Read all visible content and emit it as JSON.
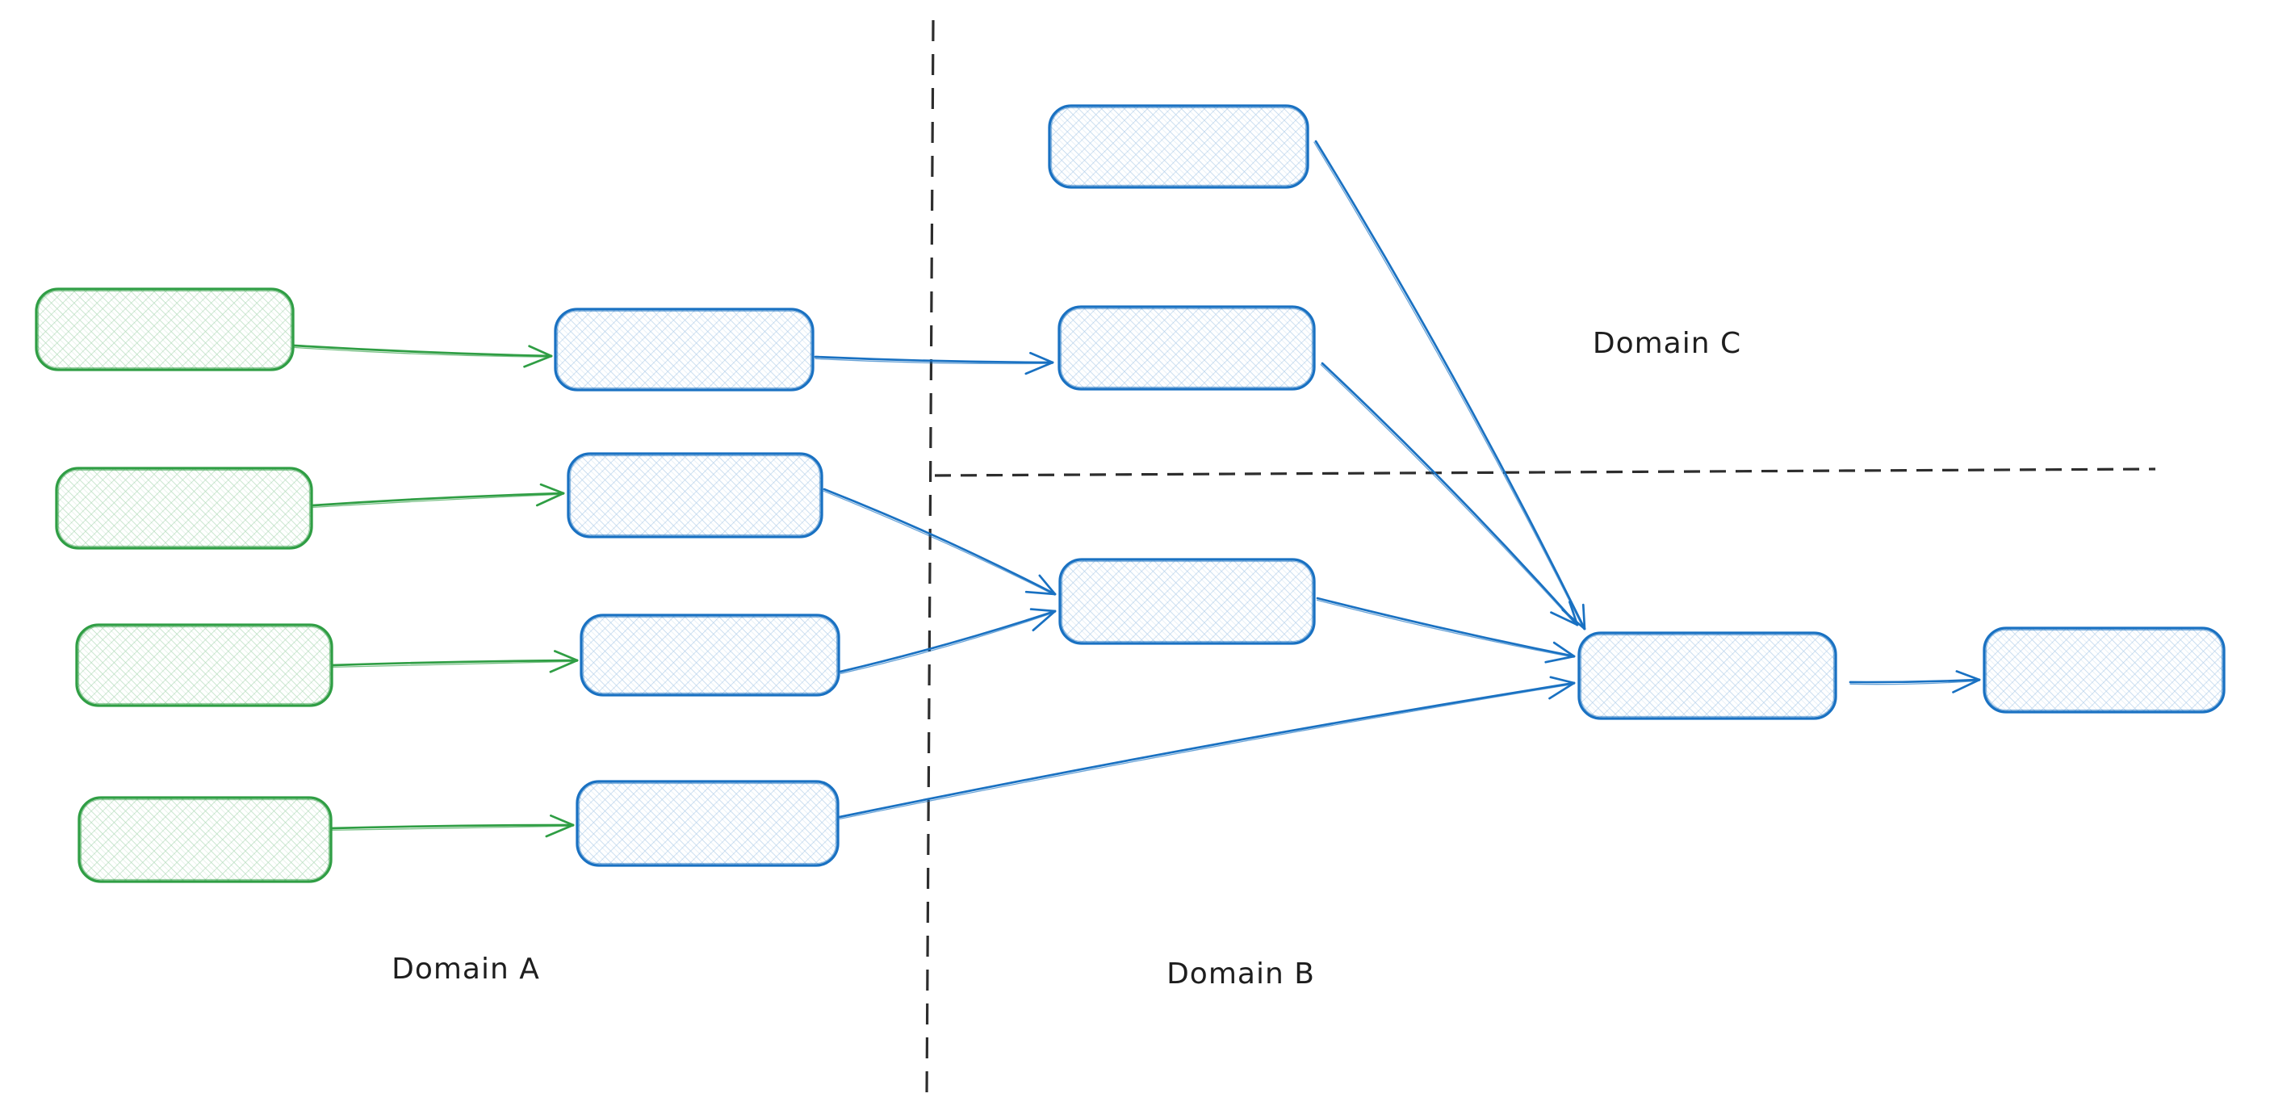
{
  "diagram": {
    "type": "flowchart",
    "style": "hand-drawn sketch, rounded rectangles with cross-hatch fill",
    "labels": {
      "domain_a": "Domain A",
      "domain_b": "Domain B",
      "domain_c": "Domain C"
    },
    "colors": {
      "background": "#ffffff",
      "green_stroke": "#2f9e44",
      "green_fill_hatch": "#2f9e44",
      "blue_stroke": "#1971c2",
      "blue_fill_hatch": "#1971c2",
      "divider_ink": "#2d2d2d",
      "label_ink": "#1e1e1e"
    },
    "nodes": [
      {
        "id": "source-1",
        "domain": "A",
        "style": "green"
      },
      {
        "id": "source-2",
        "domain": "A",
        "style": "green"
      },
      {
        "id": "source-3",
        "domain": "A",
        "style": "green"
      },
      {
        "id": "source-4",
        "domain": "A",
        "style": "green"
      },
      {
        "id": "stage-1",
        "domain": "A",
        "style": "blue"
      },
      {
        "id": "stage-2",
        "domain": "A",
        "style": "blue"
      },
      {
        "id": "stage-3",
        "domain": "A",
        "style": "blue"
      },
      {
        "id": "stage-4",
        "domain": "A",
        "style": "blue"
      },
      {
        "id": "c-top",
        "domain": "C",
        "style": "blue"
      },
      {
        "id": "c-mid",
        "domain": "C",
        "style": "blue"
      },
      {
        "id": "b-merge",
        "domain": "B",
        "style": "blue"
      },
      {
        "id": "b-hub",
        "domain": "B",
        "style": "blue"
      },
      {
        "id": "b-out",
        "domain": "B",
        "style": "blue"
      }
    ],
    "edges": [
      {
        "id": "e1",
        "from": "source-1",
        "to": "stage-1",
        "color": "green"
      },
      {
        "id": "e2",
        "from": "source-2",
        "to": "stage-2",
        "color": "green"
      },
      {
        "id": "e3",
        "from": "source-3",
        "to": "stage-3",
        "color": "green"
      },
      {
        "id": "e4",
        "from": "source-4",
        "to": "stage-4",
        "color": "green"
      },
      {
        "id": "e5",
        "from": "stage-1",
        "to": "c-mid",
        "color": "blue"
      },
      {
        "id": "e6",
        "from": "stage-2",
        "to": "b-merge",
        "color": "blue"
      },
      {
        "id": "e7",
        "from": "stage-3",
        "to": "b-merge",
        "color": "blue"
      },
      {
        "id": "e8",
        "from": "stage-4",
        "to": "b-hub",
        "color": "blue"
      },
      {
        "id": "e9",
        "from": "c-top",
        "to": "b-hub",
        "color": "blue"
      },
      {
        "id": "e10",
        "from": "c-mid",
        "to": "b-hub",
        "color": "blue"
      },
      {
        "id": "e11",
        "from": "b-merge",
        "to": "b-hub",
        "color": "blue"
      },
      {
        "id": "e12",
        "from": "b-hub",
        "to": "b-out",
        "color": "blue"
      }
    ]
  }
}
